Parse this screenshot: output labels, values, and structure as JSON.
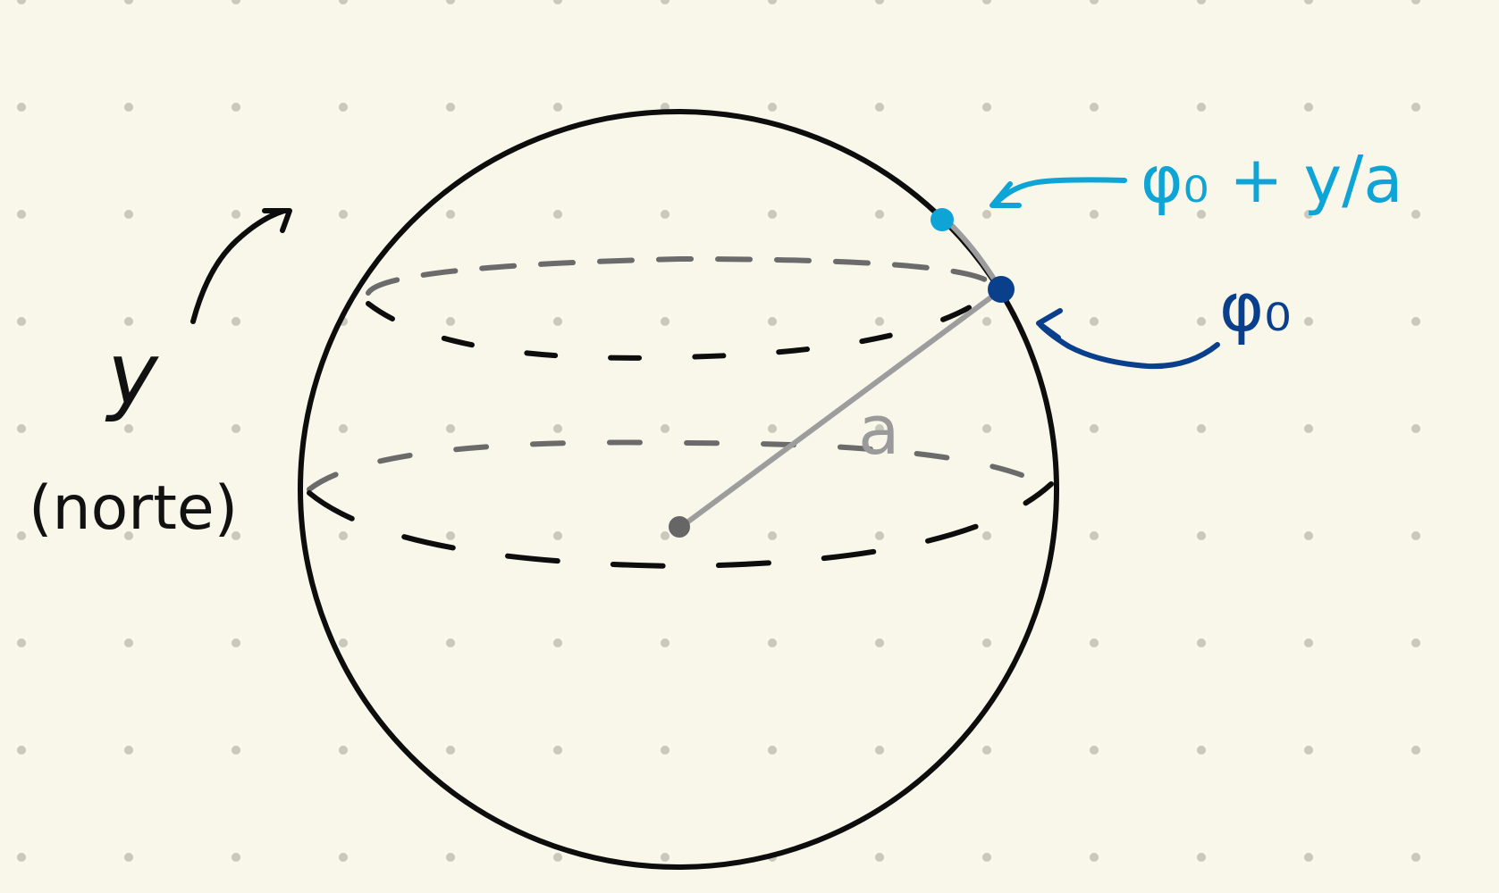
{
  "labels": {
    "y_axis": "y",
    "y_note": "(norte)",
    "radius": "a",
    "phi0": "φ₀",
    "phi0_plus": "φ₀ + y/a"
  },
  "colors": {
    "background": "#f8f7ea",
    "dots": "#c9c8bc",
    "ink": "#0d0d0d",
    "gray_dash": "#6b6b6b",
    "gray_line": "#9d9d9d",
    "light_blue": "#0ea5d6",
    "dark_blue": "#0a3f8c"
  }
}
